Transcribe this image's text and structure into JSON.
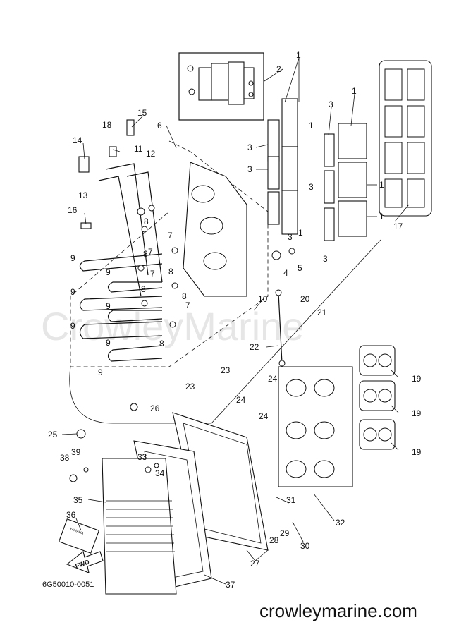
{
  "watermark": "CrowleyMarine",
  "diagram_code": "6G50010-0051",
  "site_url": "crowleymarine.com",
  "fwd_label": "FWD",
  "brand_label": "YAMAHA",
  "callouts": [
    "1",
    "2",
    "3",
    "4",
    "5",
    "6",
    "7",
    "8",
    "9",
    "10",
    "11",
    "12",
    "13",
    "14",
    "15",
    "16",
    "17",
    "18",
    "19",
    "20",
    "21",
    "22",
    "23",
    "24",
    "25",
    "26",
    "27",
    "28",
    "29",
    "30",
    "31",
    "32",
    "33",
    "34",
    "35",
    "36",
    "37",
    "38",
    "39"
  ]
}
